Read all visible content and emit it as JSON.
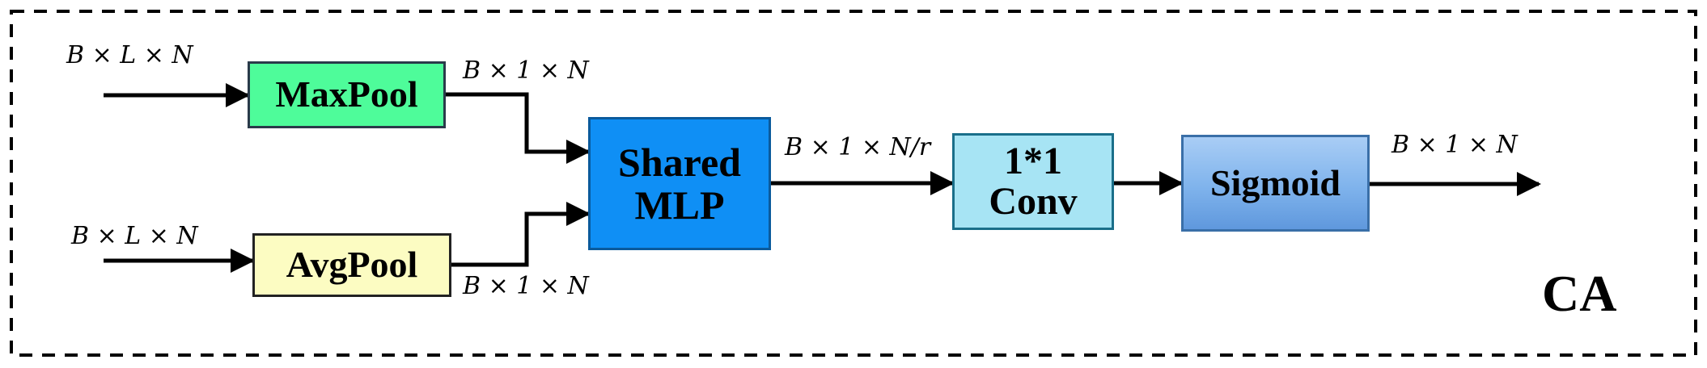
{
  "module_label": "CA",
  "blocks": {
    "maxpool": {
      "label": "MaxPool",
      "fill": "#4efc9a"
    },
    "avgpool": {
      "label": "AvgPool",
      "fill": "#fcfcc2"
    },
    "shared_mlp": {
      "line1": "Shared",
      "line2": "MLP",
      "fill": "#0f8ff5"
    },
    "conv": {
      "line1": "1*1",
      "line2": "Conv",
      "fill": "#a7e4f4"
    },
    "sigmoid": {
      "label": "Sigmoid",
      "fill": "#7fb3ec"
    }
  },
  "shape_labels": {
    "maxpool_in": "B × L × N",
    "avgpool_in": "B × L × N",
    "maxpool_out": "B × 1 × N",
    "avgpool_out": "B × 1 × N",
    "mlp_out": "B × 1 × N/r",
    "final_out": "B × 1 × N"
  }
}
